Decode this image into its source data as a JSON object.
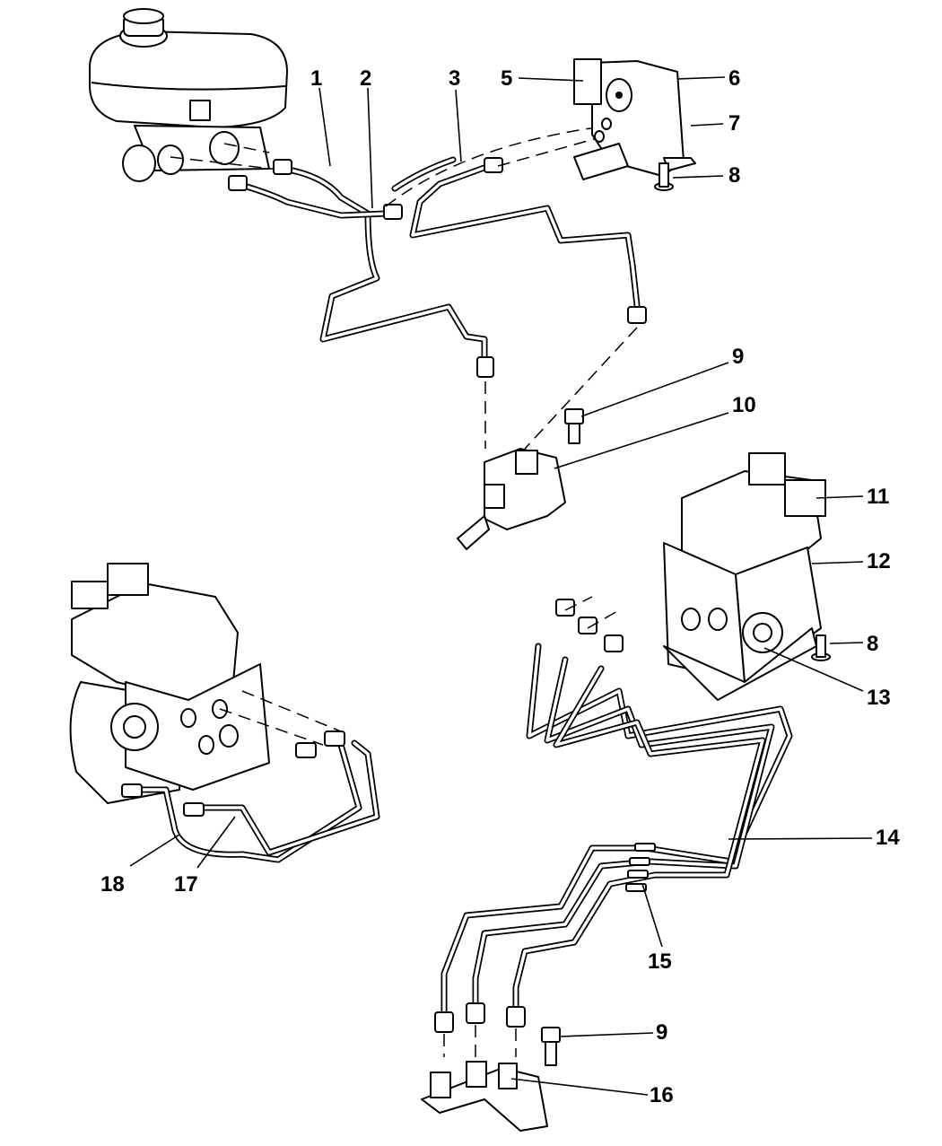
{
  "diagram": {
    "type": "exploded-parts-diagram",
    "subject": "brake lines, master cylinder and ABS hydraulic control unit",
    "colors": {
      "ink": "#000000",
      "background": "#ffffff"
    }
  },
  "callouts": [
    {
      "id": "c1",
      "label": "1"
    },
    {
      "id": "c2",
      "label": "2"
    },
    {
      "id": "c3",
      "label": "3"
    },
    {
      "id": "c5",
      "label": "5"
    },
    {
      "id": "c6",
      "label": "6"
    },
    {
      "id": "c7",
      "label": "7"
    },
    {
      "id": "c8a",
      "label": "8"
    },
    {
      "id": "c9a",
      "label": "9"
    },
    {
      "id": "c10",
      "label": "10"
    },
    {
      "id": "c11",
      "label": "11"
    },
    {
      "id": "c12",
      "label": "12"
    },
    {
      "id": "c8b",
      "label": "8"
    },
    {
      "id": "c13",
      "label": "13"
    },
    {
      "id": "c14",
      "label": "14"
    },
    {
      "id": "c15",
      "label": "15"
    },
    {
      "id": "c9b",
      "label": "9"
    },
    {
      "id": "c16",
      "label": "16"
    },
    {
      "id": "c18",
      "label": "18"
    },
    {
      "id": "c17",
      "label": "17"
    }
  ]
}
